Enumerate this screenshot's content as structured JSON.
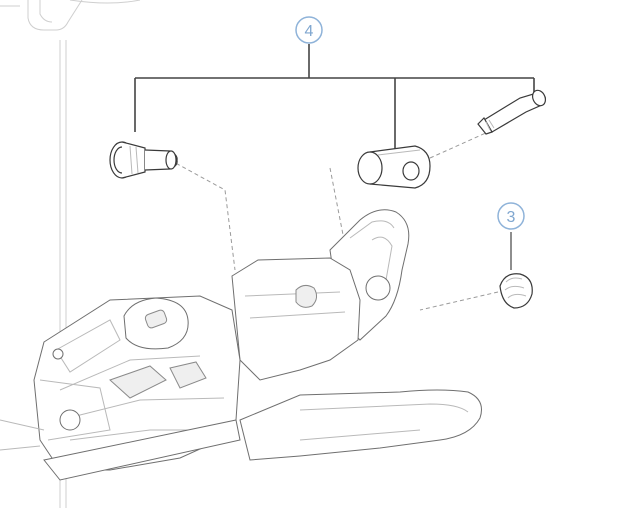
{
  "callouts": [
    {
      "id": "callout-4",
      "label": "4"
    },
    {
      "id": "callout-3",
      "label": "3"
    }
  ],
  "colors": {
    "callout_ring": "#8fb3d9",
    "callout_text": "#7fa6cf",
    "line": "#444444"
  }
}
